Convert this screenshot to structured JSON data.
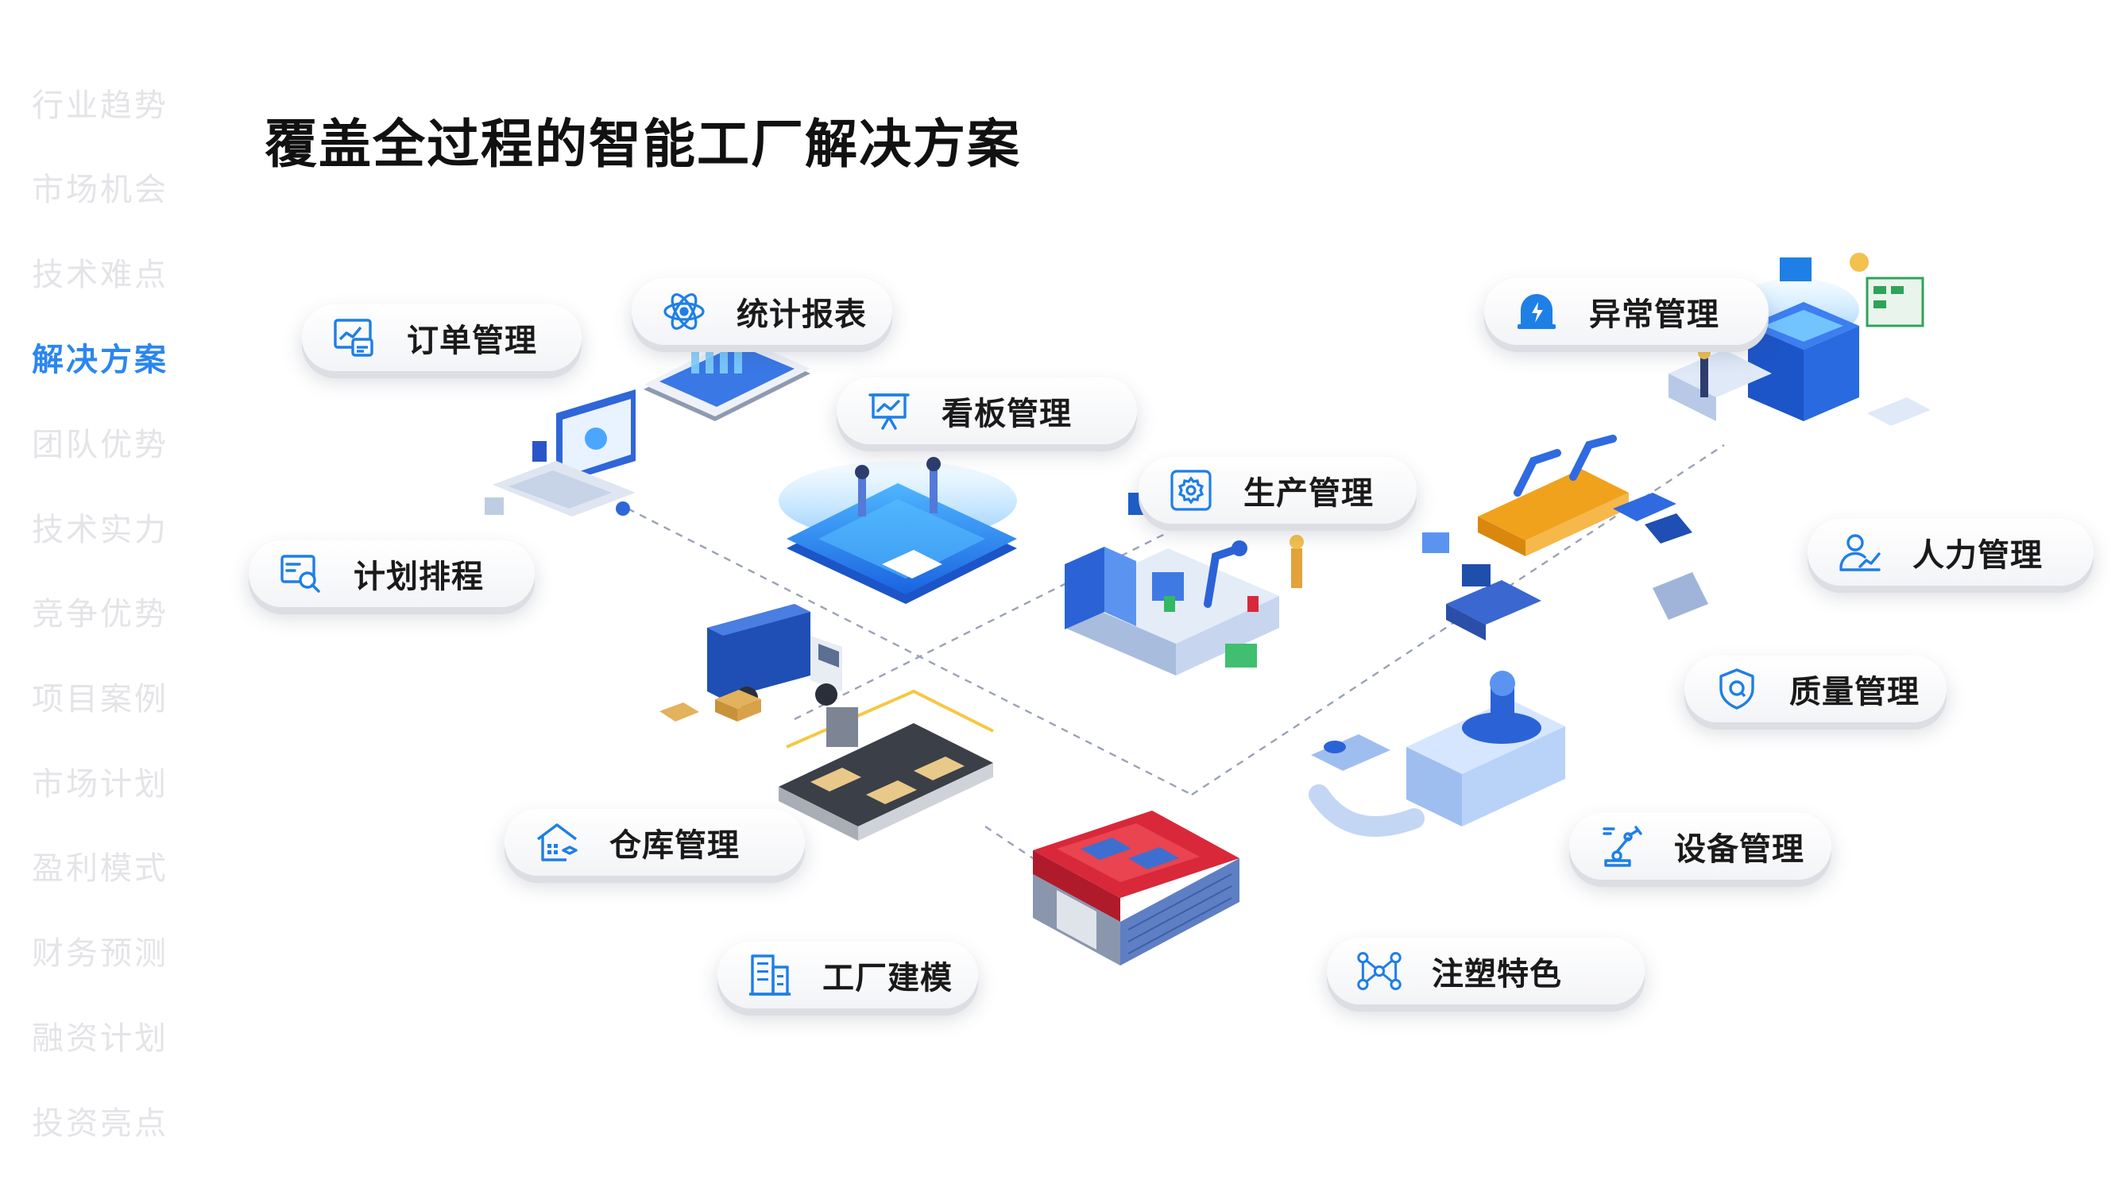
{
  "page": {
    "title": "覆盖全过程的智能工厂解决方案"
  },
  "sidebar": {
    "items": [
      {
        "label": "行业趋势",
        "active": false
      },
      {
        "label": "市场机会",
        "active": false
      },
      {
        "label": "技术难点",
        "active": false
      },
      {
        "label": "解决方案",
        "active": true
      },
      {
        "label": "团队优势",
        "active": false
      },
      {
        "label": "技术实力",
        "active": false
      },
      {
        "label": "竞争优势",
        "active": false
      },
      {
        "label": "项目案例",
        "active": false
      },
      {
        "label": "市场计划",
        "active": false
      },
      {
        "label": "盈利模式",
        "active": false
      },
      {
        "label": "财务预测",
        "active": false
      },
      {
        "label": "融资计划",
        "active": false
      },
      {
        "label": "投资亮点",
        "active": false
      }
    ]
  },
  "modules": {
    "order": {
      "label": "订单管理",
      "icon": "order-chart-icon"
    },
    "report": {
      "label": "统计报表",
      "icon": "atom-report-icon"
    },
    "board": {
      "label": "看板管理",
      "icon": "presentation-board-icon"
    },
    "production": {
      "label": "生产管理",
      "icon": "gear-icon"
    },
    "planning": {
      "label": "计划排程",
      "icon": "search-document-icon"
    },
    "exception": {
      "label": "异常管理",
      "icon": "alert-bolt-icon"
    },
    "hr": {
      "label": "人力管理",
      "icon": "user-chart-icon"
    },
    "quality": {
      "label": "质量管理",
      "icon": "shield-icon"
    },
    "warehouse": {
      "label": "仓库管理",
      "icon": "warehouse-icon"
    },
    "equipment": {
      "label": "设备管理",
      "icon": "robot-arm-icon"
    },
    "factory": {
      "label": "工厂建模",
      "icon": "building-icon"
    },
    "injection": {
      "label": "注塑特色",
      "icon": "network-nodes-icon"
    }
  },
  "colors": {
    "accent": "#2b86f0",
    "icon": "#1e7fe6",
    "nav_inactive": "#e4e4e8",
    "title": "#111111"
  }
}
